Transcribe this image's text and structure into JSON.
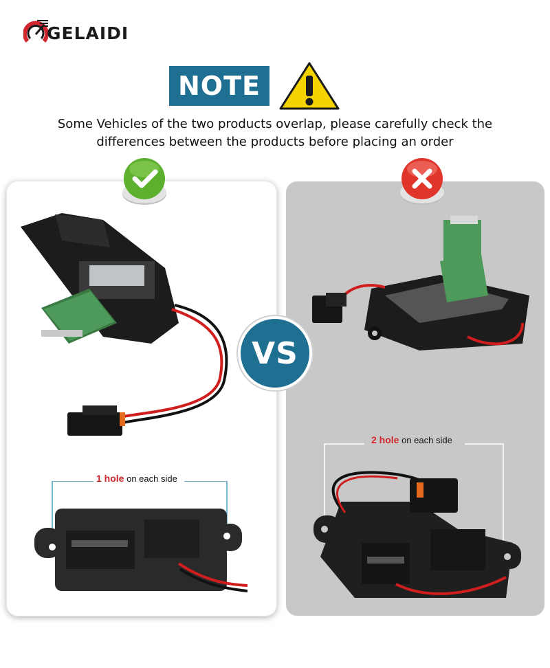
{
  "brand": {
    "name": "GELAIDI",
    "logo_icon": "gauge-logo-icon"
  },
  "note": {
    "label": "NOTE",
    "icon": "warning-triangle-icon"
  },
  "caption": {
    "line1": "Some Vehicles of the two products overlap, please carefully check the",
    "line2": "differences between the products before placing an order"
  },
  "vs_label": "VS",
  "left_panel": {
    "status_icon": "checkmark-icon",
    "hole_count": "1 hole",
    "hole_suffix": "on each side"
  },
  "right_panel": {
    "status_icon": "cross-icon",
    "hole_count": "2 hole",
    "hole_suffix": "on each side"
  },
  "colors": {
    "note_blue": "#1f6f93",
    "warning_yellow": "#f5d300",
    "check_green": "#5cb02d",
    "cross_red": "#e0352b",
    "highlight_red": "#d0262d",
    "right_panel_bg": "#c8c8c8"
  }
}
